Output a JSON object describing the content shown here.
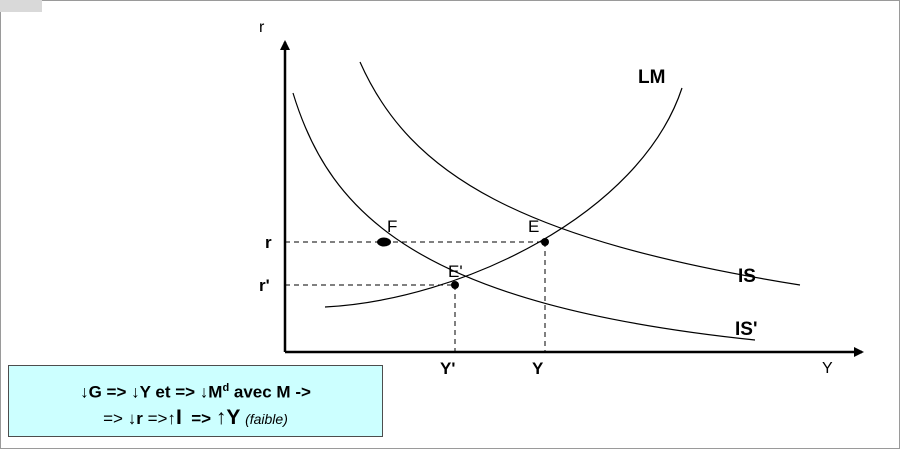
{
  "axes": {
    "y_label": "r",
    "x_label": "Y"
  },
  "curves": {
    "lm": "LM",
    "is": "IS",
    "is_prime": "IS'"
  },
  "points": {
    "f": "F",
    "e": "E",
    "e_prime": "E'"
  },
  "ticks": {
    "r": "r",
    "r_prime": "r'",
    "y": "Y",
    "y_prime": "Y'"
  },
  "caption": {
    "line1": "↓G => ↓Y et => ↓Md avec M ->",
    "line1_parts": [
      "↓G => ↓Y et => ↓M",
      "d",
      " avec M ->"
    ],
    "line2_parts": [
      "=> ↓",
      "r",
      " =>↑",
      "I",
      "  => ",
      "↑Y",
      "(faible)"
    ]
  },
  "colors": {
    "caption_background": "#ccffff",
    "line": "#000000"
  }
}
